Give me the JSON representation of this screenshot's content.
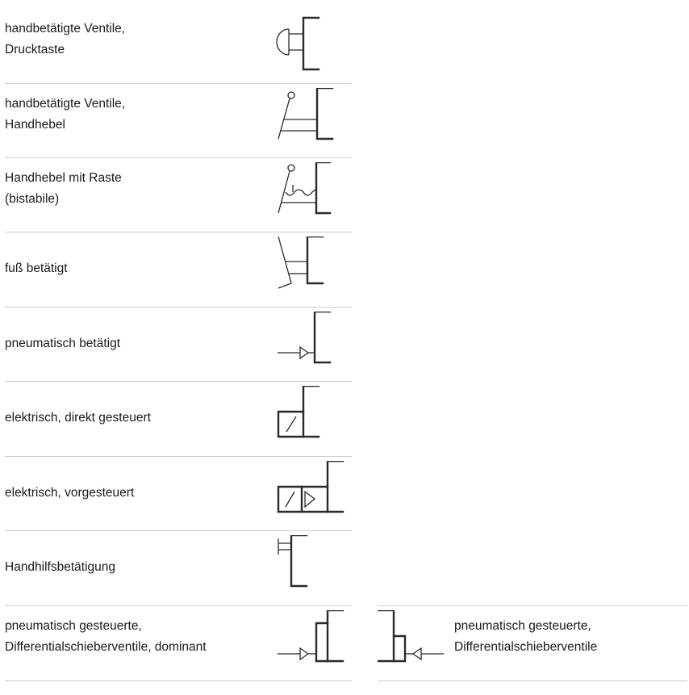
{
  "rows": [
    {
      "label_1": "handbetätigte Ventile,",
      "label_2": "Drucktaste",
      "symbol": "push-button-actuator"
    },
    {
      "label_1": "handbetätigte Ventile,",
      "label_2": "Handhebel",
      "symbol": "hand-lever-actuator"
    },
    {
      "label_1": "Handhebel mit Raste",
      "label_2": "(bistabile)",
      "symbol": "detent-hand-lever-actuator"
    },
    {
      "label_1": "fuß betätigt",
      "symbol": "foot-pedal-actuator"
    },
    {
      "label_1": "pneumatisch betätigt",
      "symbol": "pneumatic-actuator"
    },
    {
      "label_1": "elektrisch, direkt gesteuert",
      "symbol": "solenoid-direct-actuator"
    },
    {
      "label_1": "elektrisch, vorgesteuert",
      "symbol": "solenoid-pilot-actuator"
    },
    {
      "label_1": "Handhilfsbetätigung",
      "symbol": "manual-override-actuator"
    },
    {
      "label_1": "pneumatisch gesteuerte,",
      "label_2": "Differentialschieberventile, dominant",
      "symbol": "differential-dominant-actuator"
    }
  ],
  "extra": {
    "label_1": "pneumatisch gesteuerte,",
    "label_2": "Differentialschieberventile",
    "symbol": "differential-actuator"
  }
}
